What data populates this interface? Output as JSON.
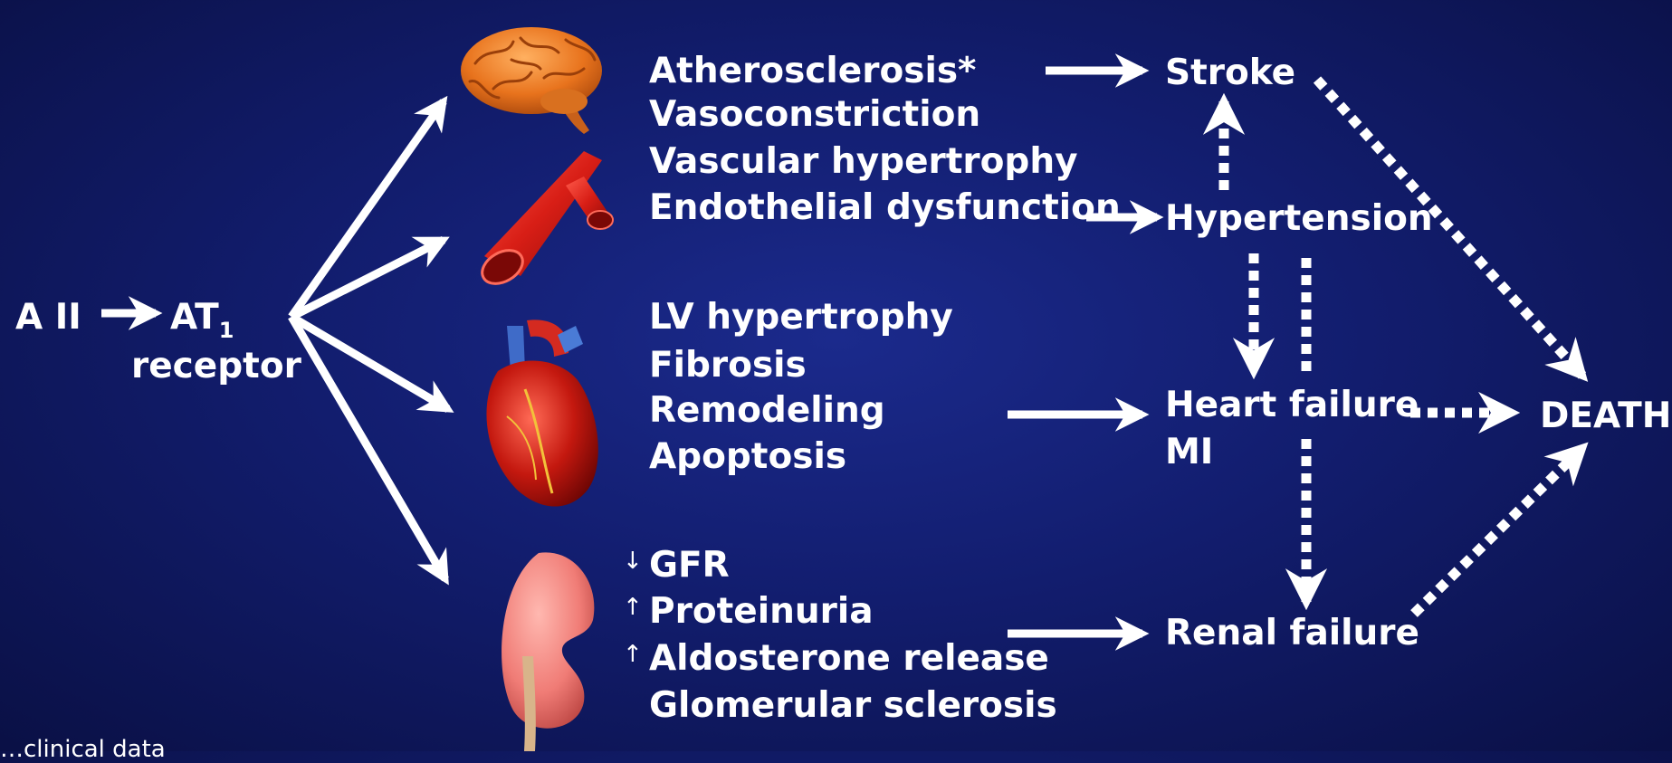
{
  "source": {
    "a2": "A II",
    "at": "AT",
    "at_sub": "1",
    "receptor": "receptor"
  },
  "brain_group": [
    "Atherosclerosis*",
    "Vasoconstriction",
    "Vascular hypertrophy",
    "Endothelial dysfunction"
  ],
  "heart_group": [
    "LV hypertrophy",
    "Fibrosis",
    "Remodeling",
    "Apoptosis"
  ],
  "kidney_group": {
    "arrows": [
      "↓",
      "↑",
      "↑"
    ],
    "items": [
      "GFR",
      "Proteinuria",
      "Aldosterone release",
      "Glomerular sclerosis"
    ]
  },
  "outcomes": {
    "stroke": "Stroke",
    "hypertension": "Hypertension",
    "heart_failure": "Heart failure",
    "mi": "MI",
    "renal_failure": "Renal failure",
    "death": "DEATH"
  },
  "footer": "…clinical data"
}
